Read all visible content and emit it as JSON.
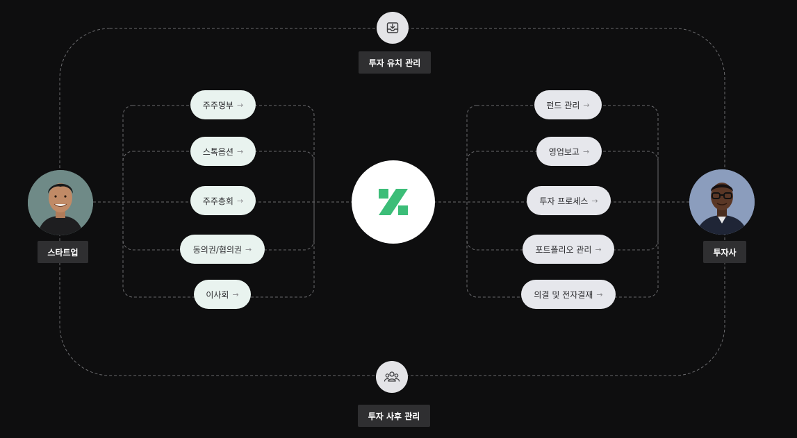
{
  "top": {
    "label": "투자 유치 관리",
    "icon": "inbox-download-icon"
  },
  "bottom": {
    "label": "투자 사후 관리",
    "icon": "users-group-icon"
  },
  "startup": {
    "label": "스타트업"
  },
  "investor": {
    "label": "투자사"
  },
  "hub": {
    "icon": "percent-logo-icon",
    "color": "#3cbd78"
  },
  "left_items": [
    {
      "label": "주주명부"
    },
    {
      "label": "스톡옵션"
    },
    {
      "label": "주주총회"
    },
    {
      "label": "동의권/협의권"
    },
    {
      "label": "이사회"
    }
  ],
  "right_items": [
    {
      "label": "펀드 관리"
    },
    {
      "label": "영업보고"
    },
    {
      "label": "투자 프로세스"
    },
    {
      "label": "포트폴리오 관리"
    },
    {
      "label": "의결 및 전자결재"
    }
  ],
  "arrow": "→",
  "colors": {
    "background": "#0e0e0f",
    "left_pill": "#e9f3ef",
    "right_pill": "#e6e7ec",
    "label_box": "#2f2f31",
    "accent": "#3cbd78"
  }
}
